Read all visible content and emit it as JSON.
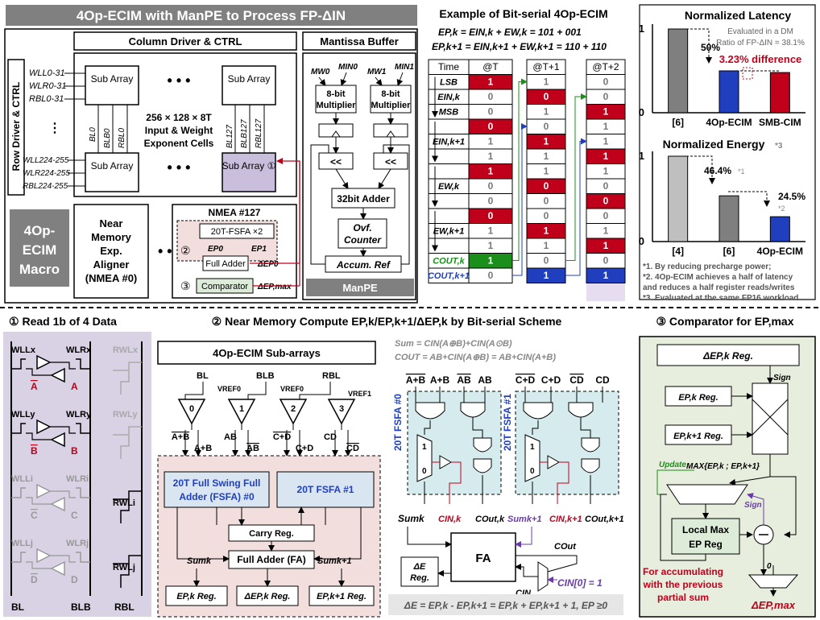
{
  "banner": {
    "title": "4Op-ECIM with ManPE to Process FP-ΔIN"
  },
  "macro": {
    "column_driver": "Column Driver & CTRL",
    "row_driver": "Row Driver & CTRL",
    "mantissa_buffer": "Mantissa Buffer",
    "sub_array": "Sub Array",
    "sub_array_marked": "Sub Array ①",
    "cells_text_1": "256 × 128 × 8T",
    "cells_text_2": "Input & Weight",
    "cells_text_3": "Exponent Cells",
    "row_labels": [
      "WLL0-31",
      "WLR0-31",
      "RBL0-31",
      "WLL224-255",
      "WLR224-255",
      "RBL224-255"
    ],
    "col_labels": [
      "BL0",
      "BLB0",
      "RBL0",
      "BL127",
      "BLB127",
      "RBL127"
    ],
    "macro_label": [
      "4Op-",
      "ECIM",
      "Macro"
    ],
    "nmea0": [
      "Near",
      "Memory",
      "Exp.",
      "Aligner",
      "(NMEA #0)"
    ],
    "nmea127_title": "NMEA #127",
    "fsfa_x2": "20T-FSFA ×2",
    "full_adder": "Full Adder",
    "comparator": "Comparator",
    "ep0": "EP0",
    "ep1": "EP1",
    "delta_ep0": "ΔEP0",
    "delta_epmax": "ΔEP,max",
    "marker2": "②",
    "marker3": "③",
    "ellipsis": "…",
    "mw0": "MW0",
    "min0": "MIN0",
    "mw1": "MW1",
    "min1": "MIN1",
    "multiplier": "8-bit Multiplier",
    "shift": "<<",
    "adder32": "32bit Adder",
    "ovf": "Ovf. Counter",
    "accum": "Accum. Ref",
    "manpe": "ManPE"
  },
  "example": {
    "title": "Example of Bit-serial 4Op-ECIM",
    "eq1": "EP,k = EIN,k + EW,k = 101 + 001",
    "eq2": "EP,k+1 = EIN,k+1 + EW,k+1 = 110 + 110",
    "header": [
      "Time",
      "@T",
      "@T+1",
      "@T+2"
    ],
    "row_labels": [
      "LSB",
      "EIN,k",
      "MSB",
      "",
      "EIN,k+1",
      "",
      "",
      "EW,k",
      "",
      "",
      "EW,k+1",
      "",
      "COUT,k",
      "COUT,k+1"
    ],
    "col_T": [
      "1",
      "0",
      "0",
      "0",
      "1",
      "1",
      "1",
      "0",
      "0",
      "0",
      "1",
      "1",
      "1",
      "0"
    ],
    "col_T1": [
      "1",
      "0",
      "1",
      "0",
      "1",
      "1",
      "1",
      "0",
      "0",
      "0",
      "1",
      "1",
      "0",
      "1"
    ],
    "col_T2": [
      "0",
      "0",
      "1",
      "1",
      "1",
      "1",
      "1",
      "0",
      "0",
      "0",
      "1",
      "1",
      "0",
      "1"
    ],
    "colors": {
      "red": "#c0001a",
      "green": "#1a8f1a",
      "blue": "#1f3fbf",
      "gray": "#888888"
    }
  },
  "latency": {
    "title": "Normalized Latency",
    "note1": "Evaluated in a DM",
    "note2": "Ratio of FP-ΔIN = 38.1%",
    "pct": "50%",
    "diff": "3.23% difference",
    "y_top": "1",
    "y_bot": "0",
    "categories": [
      "[6]",
      "4Op-ECIM",
      "SMB-CIM"
    ]
  },
  "energy": {
    "title": "Normalized Energy",
    "title_note": "*3",
    "pct1": "46.4%",
    "pct1_note": "*1",
    "pct2": "24.5%",
    "pct2_note": "*2",
    "y_top": "1",
    "y_bot": "0",
    "categories": [
      "[4]",
      "[6]",
      "4Op-ECIM"
    ]
  },
  "footnotes": [
    "*1. By reducing precharge power;",
    "*2. 4Op-ECIM achieves a half of latency",
    "and reduces a half register reads/writes",
    "*3. Evaluated at the same FP16 workload"
  ],
  "chart_data": [
    {
      "type": "bar",
      "title": "Normalized Latency",
      "categories": [
        "[6]",
        "4Op-ECIM",
        "SMB-CIM"
      ],
      "values": [
        1.0,
        0.5,
        0.48
      ],
      "ylim": [
        0,
        1
      ],
      "colors": [
        "#7f7f7f",
        "#1f3fbf",
        "#c0001a"
      ]
    },
    {
      "type": "bar",
      "title": "Normalized Energy",
      "categories": [
        "[4]",
        "[6]",
        "4Op-ECIM"
      ],
      "values": [
        1.0,
        0.536,
        0.291
      ],
      "ylim": [
        0,
        1
      ],
      "colors": [
        "#bfbfbf",
        "#7f7f7f",
        "#1f3fbf"
      ]
    }
  ],
  "sec1": {
    "title": "① Read 1b of 4 Data",
    "wll_x": "WLLx",
    "wlr_x": "WLRx",
    "rwl_x": "RWLx",
    "wll_y": "WLLy",
    "wlr_y": "WLRy",
    "rwl_y": "RWLy",
    "wll_i": "WLLi",
    "wlr_i": "WLRi",
    "rwl_i": "RWLi",
    "wll_j": "WLLj",
    "wlr_j": "WLRj",
    "rwl_j": "RWLj",
    "a_bar": "A",
    "a": "A",
    "b_bar": "B",
    "b": "B",
    "c_bar": "C",
    "c": "C",
    "d_bar": "D",
    "d": "D",
    "bl": "BL",
    "blb": "BLB",
    "rbl": "RBL"
  },
  "sec2": {
    "title": "② Near Memory Compute EP,k/EP,k+1/ΔEP,k by Bit-serial Scheme",
    "subarrays": "4Op-ECIM Sub-arrays",
    "bl": "BL",
    "blb": "BLB",
    "rbl": "RBL",
    "vref0": "VREF0",
    "vref0b": "VREF0",
    "vref1": "VREF1",
    "sa": [
      "0",
      "1",
      "2",
      "3"
    ],
    "sa_out": [
      "A+B",
      "A+B",
      "AB",
      "AB",
      "C+D",
      "C+D",
      "CD",
      "CD"
    ],
    "fsfa0": [
      "20T Full Swing Full",
      "Adder (FSFA) #0"
    ],
    "fsfa1": "20T FSFA #1",
    "carry_reg": "Carry Reg.",
    "fa": "Full Adder (FA)",
    "sum_k": "Sumk",
    "sum_k1": "Sumk+1",
    "reg_epk": "EP,k Reg.",
    "reg_dep": "ΔEP,k Reg.",
    "reg_epk1": "EP,k+1 Reg.",
    "sum_eq": "Sum = CIN(A⊕B)+CIN(A⊙B)",
    "cout_eq": "COUT = AB+CIN(A⊕B) = AB+CIN(A+B)",
    "fsfa0_label": "20T FSFA #0",
    "fsfa1_label": "20T FSFA #1",
    "ins0": [
      "A+B",
      "A+B",
      "AB",
      "AB"
    ],
    "ins1": [
      "C+D",
      "C+D",
      "CD",
      "CD"
    ],
    "mux": [
      "1",
      "0"
    ],
    "outs": [
      "Sumk",
      "CIN,k",
      "COut,k",
      "Sumk+1",
      "CIN,k+1",
      "COut,k+1"
    ],
    "fa_box": "FA",
    "de_reg": [
      "ΔE",
      "Reg."
    ],
    "cout": "COut",
    "cin": "CIN",
    "cin0": "CIN[0] = 1",
    "bottom_eq": "ΔE = EP,k - EP,k+1 = EP,k + EP,k+1 + 1, EP ≥0"
  },
  "sec3": {
    "title": "③ Comparator for EP,max",
    "dep_reg": "ΔEP,k Reg.",
    "sign": "Sign",
    "epk_reg": "EP,k Reg.",
    "epk1_reg": "EP,k+1 Reg.",
    "max": "MAX{EP,k ; EP,k+1}",
    "update": "Update",
    "sign2": "Sign",
    "local_max": [
      "Local Max",
      "EP Reg"
    ],
    "zero": "0",
    "accum": [
      "For accumulating",
      "with the previous",
      "partial sum"
    ],
    "out": "ΔEP,max"
  }
}
